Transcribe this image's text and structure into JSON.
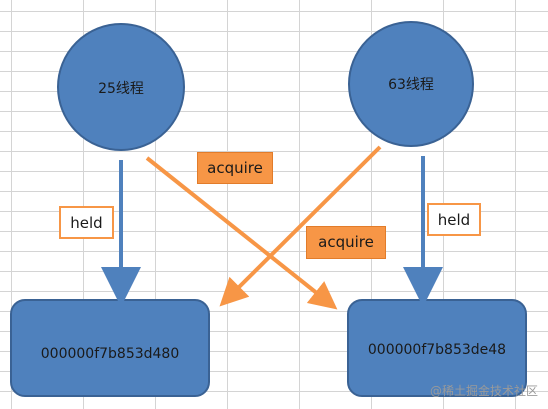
{
  "threads": [
    {
      "label": "25线程"
    },
    {
      "label": "63线程"
    }
  ],
  "locks": [
    {
      "address": "000000f7b853d480"
    },
    {
      "address": "000000f7b853de48"
    }
  ],
  "labels": {
    "held_left": "held",
    "held_right": "held",
    "acquire_top": "acquire",
    "acquire_mid": "acquire"
  },
  "watermark": "@稀土掘金技术社区",
  "colors": {
    "node_fill": "#4f81bd",
    "node_stroke": "#3a6294",
    "held_arrow": "#4f81bd",
    "acquire_arrow": "#f79646"
  }
}
